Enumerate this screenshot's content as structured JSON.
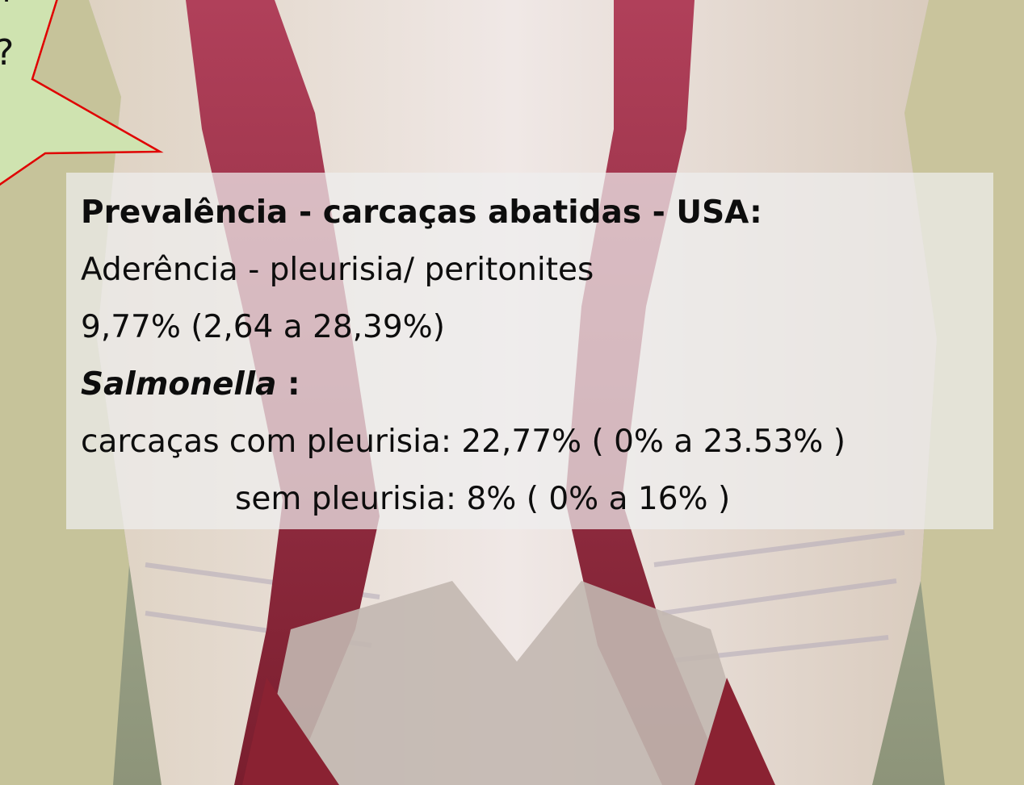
{
  "callout": {
    "glyph_top": "'",
    "glyph_mid": "?"
  },
  "panel": {
    "title": "Prevalência - carcaças abatidas - USA:",
    "line1": "Aderência  - pleurisia/ peritonites",
    "line2": "9,77% (2,64 a 28,39%)",
    "salmonella_label": "Salmonella",
    "salmonella_colon": " :",
    "line4": "carcaças com pleurisia: 22,77% ( 0% a 23.53% )",
    "line5": "sem pleurisia: 8% ( 0% a 16% )"
  },
  "colors": {
    "callout_fill": "#cfe3b0",
    "callout_stroke": "#e00000",
    "panel_bg": "#eeeeee",
    "text": "#0d0d0d"
  }
}
